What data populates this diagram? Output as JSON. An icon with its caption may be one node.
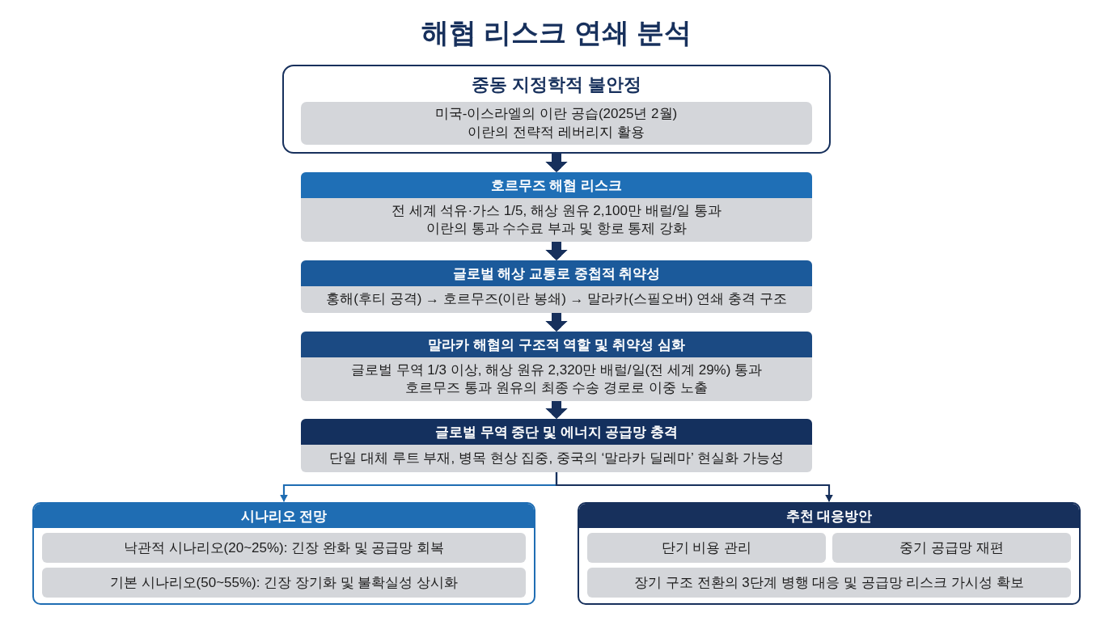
{
  "diagram": {
    "title": "해협 리스크 연쇄 분석",
    "nodes": [
      {
        "text": [
          "중동 지정학적 불안정",
          "미국-이스라엘의 이란 공습(2025년 2월) 이란의 전략적 레버리지 활용"
        ]
      },
      {
        "text": [
          "호르무즈 해협 리스크",
          "전 세계 석유·가스 1/5, 해상 원유 2,100만 배럴/일 통과 이란의 통과 수수료 부과 및 항로 통제 강화"
        ]
      },
      {
        "text": [
          "글로벌 해상 교통로 중첩적 취약성",
          "홍해(후티 공격) → 호르무즈(이란 봉쇄) → 말라카(스필오버) 연쇄 충격 구조"
        ]
      },
      {
        "text": [
          "말라카 해협의 구조적 역할 및 취약성 심화",
          "글로벌 무역 1/3 이상, 해상 원유 2,320만 배럴/일(전 세계 29%) 통과 호르무즈 통과 원유의 최종 수송 경로로 이중 노출"
        ]
      },
      {
        "text": [
          "글로벌 무역 중단 및 에너지 공급망 충격",
          "단일 대체 루트 부재, 병목 현상 집중, 중국의 ‘말라카 딜레마’ 현실화 가능성"
        ]
      },
      {
        "text": [
          "시나리오 전망"
        ]
      },
      {
        "text": [
          "낙관적 시나리오(20~25%): 긴장 완화 및 공급망 회복"
        ],
        "in": 5
      },
      {
        "text": [
          "기본 시나리오(50~55%): 긴장 장기화 및 불확실성 상시화"
        ],
        "in": 5
      },
      {
        "text": [
          "추천 대응방안"
        ]
      },
      {
        "text": [
          "단기 비용 관리"
        ],
        "in": 8
      },
      {
        "text": [
          "중기 공급망 재편"
        ],
        "in": 8
      },
      {
        "text": [
          "장기 구조 전환의 3단계 병행 대응 및 공급망 리스크 가시성 확보"
        ],
        "in": 8
      }
    ],
    "edges": [
      {
        "from": 0,
        "to": 1,
        "arrow": "to"
      },
      {
        "from": 1,
        "to": 2,
        "arrow": "to"
      },
      {
        "from": 2,
        "to": 3,
        "arrow": "to"
      },
      {
        "from": 3,
        "to": 4,
        "arrow": "to"
      },
      {
        "from": 4,
        "to": 5,
        "arrow": "to",
        "color": "#1f6db3"
      },
      {
        "from": 4,
        "to": 8,
        "arrow": "to"
      }
    ]
  }
}
